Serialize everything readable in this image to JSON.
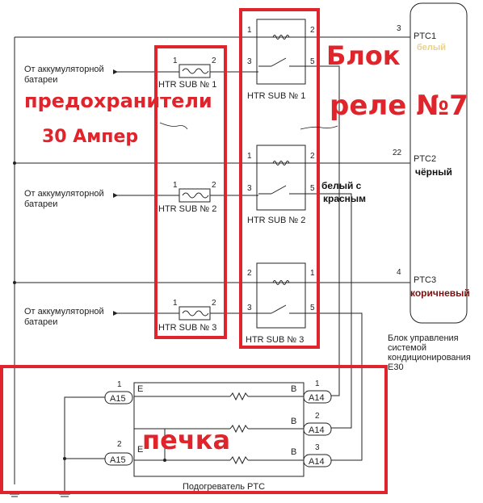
{
  "fuses": [
    {
      "source_line1": "От аккумуляторной",
      "source_line2": "батареи",
      "pin_left": "1",
      "pin_right": "2",
      "label": "HTR SUB № 1"
    },
    {
      "source_line1": "От аккумуляторной",
      "source_line2": "батареи",
      "pin_left": "1",
      "pin_right": "2",
      "label": "HTR SUB № 2"
    },
    {
      "source_line1": "От аккумуляторной",
      "source_line2": "батареи",
      "pin_left": "1",
      "pin_right": "2",
      "label": "HTR SUB № 3"
    }
  ],
  "relays": [
    {
      "pins": [
        "1",
        "2",
        "3",
        "5"
      ],
      "label": "HTR SUB № 1"
    },
    {
      "pins": [
        "1",
        "2",
        "3",
        "5"
      ],
      "label": "HTR SUB № 2"
    },
    {
      "pins": [
        "2",
        "1",
        "3",
        "5"
      ],
      "label": "HTR SUB № 3"
    }
  ],
  "ecu": {
    "pins": [
      {
        "num": "3",
        "name": "PTC1",
        "color_label": "белый",
        "color": "#e8d28a"
      },
      {
        "num": "22",
        "name": "PTC2",
        "color_label": "чёрный",
        "color": "#111111"
      },
      {
        "num": "4",
        "name": "PTC3",
        "color_label": "коричневый",
        "color": "#7a1010"
      }
    ],
    "caption_line1": "Блок управления",
    "caption_line2": "системой",
    "caption_line3": "кондиционирования",
    "caption_line4": "E30"
  },
  "annotations": {
    "fuses": "предохранители",
    "amps": "30 Ампер",
    "relay_block_line1": "Блок",
    "relay_block_line2": "реле №7",
    "wire_note_line1": "белый с",
    "wire_note_line2": "красным",
    "heater": "печка"
  },
  "heater": {
    "caption": "Подогреватель PTC",
    "left_connectors": [
      {
        "pin": "1",
        "code": "A15",
        "terminal": "E"
      },
      {
        "pin": "2",
        "code": "A15",
        "terminal": "E"
      }
    ],
    "right_connectors": [
      {
        "pin": "1",
        "code": "A14",
        "terminal": "B"
      },
      {
        "pin": "2",
        "code": "A14",
        "terminal": "B"
      },
      {
        "pin": "3",
        "code": "A14",
        "terminal": "B"
      }
    ]
  }
}
